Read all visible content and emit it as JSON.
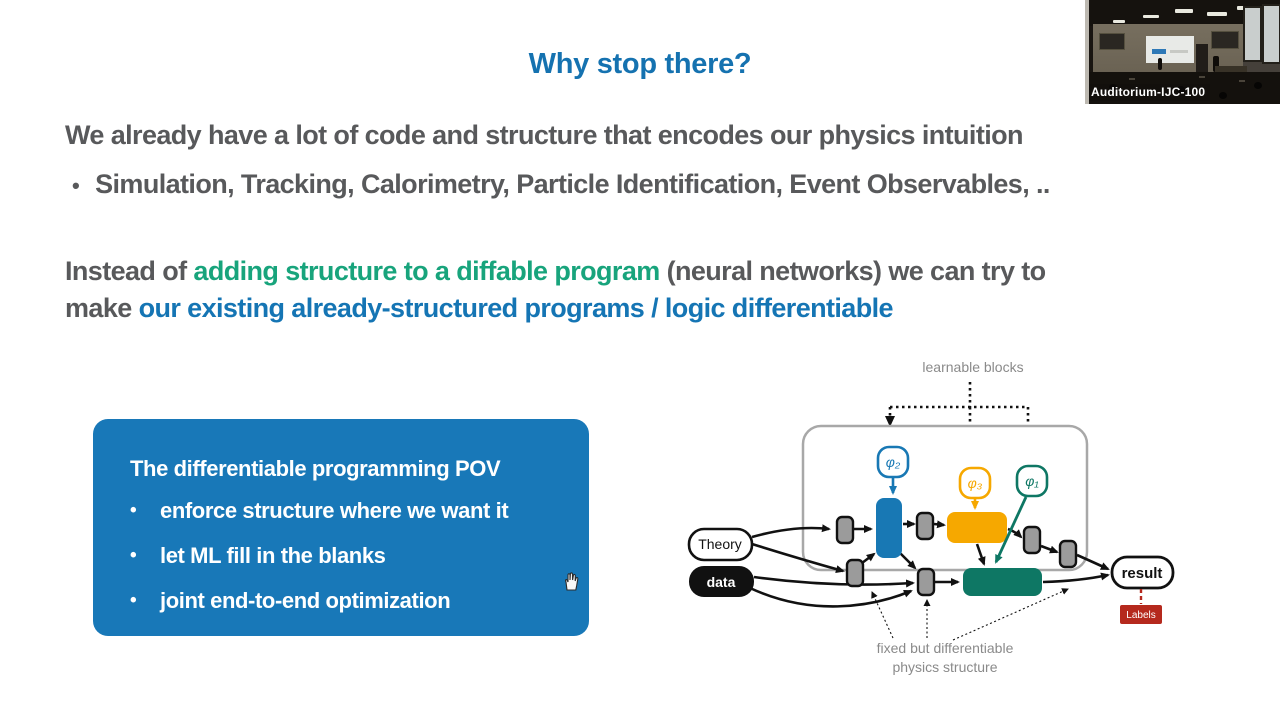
{
  "slide": {
    "title": "Why stop there?",
    "intro": "We already have a lot of code and structure that encodes our physics intuition",
    "intro_bullet": "Simulation, Tracking, Calorimetry, Particle Identification, Event Observables, ..",
    "bullet_glyph": "•",
    "statement_line1": {
      "pre": "Instead of ",
      "green": "adding structure to a diffable program",
      "post": " (neural networks) we can try to"
    },
    "statement_line2": {
      "pre": "make ",
      "blue": "our existing already-structured programs / logic differentiable"
    },
    "pov_box": {
      "title": "The differentiable programming POV",
      "bullets": [
        "enforce structure where we want it",
        "let ML fill in the blanks",
        "joint end-to-end optimization"
      ]
    }
  },
  "diagram": {
    "learnable_label": "learnable blocks",
    "fixed_label_line1": "fixed but differentiable",
    "fixed_label_line2": "physics structure",
    "theory": "Theory",
    "data": "data",
    "result": "result",
    "labels": "Labels",
    "phi1": "φ₁",
    "phi2": "φ₂",
    "phi3": "φ₃"
  },
  "webcam": {
    "label": "Auditorium-IJC-100"
  },
  "colors": {
    "title_blue": "#1572b0",
    "body_gray": "#58595b",
    "highlight_green": "#18a47c",
    "highlight_blue": "#1575b4",
    "pov_box_blue": "#1878b8",
    "block_blue": "#1878b4",
    "block_yellow": "#f6a800",
    "block_teal": "#0e7764",
    "labels_red": "#b5291d"
  }
}
